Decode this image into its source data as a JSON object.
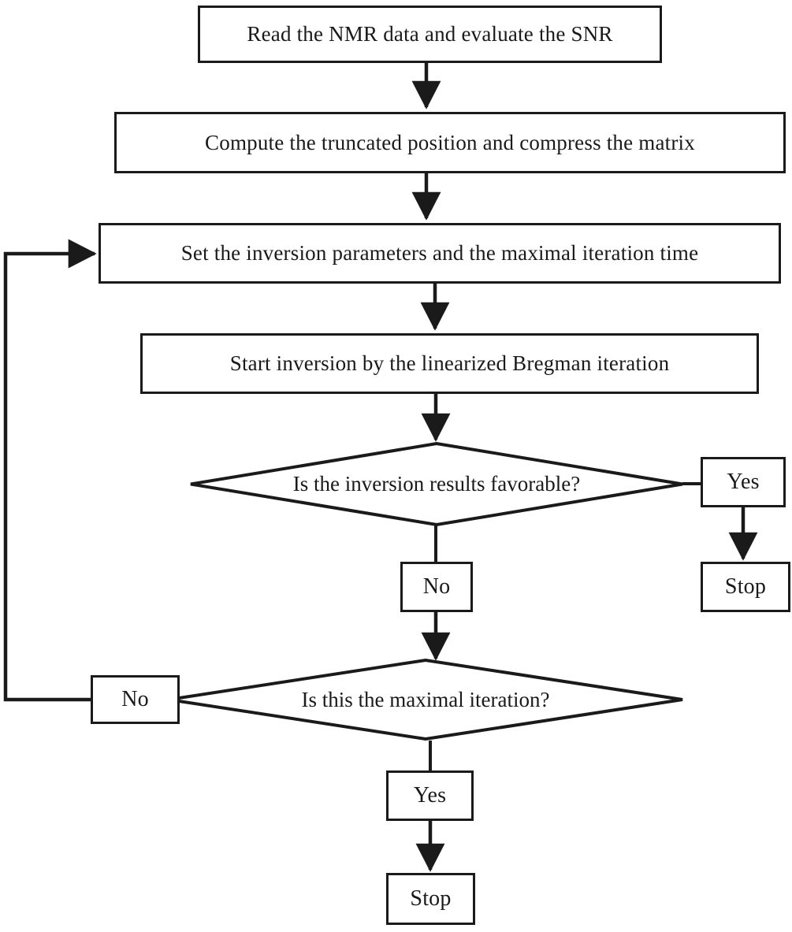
{
  "diagram": {
    "title": "NMR inversion algorithm flowchart",
    "type": "flowchart",
    "stroke_color": "#1a1a1a",
    "background_color": "#ffffff",
    "nodes": [
      {
        "id": "read_data",
        "shape": "process",
        "label": "Read the NMR data and evaluate the SNR"
      },
      {
        "id": "compute_truncate",
        "shape": "process",
        "label": "Compute the truncated position and compress the matrix"
      },
      {
        "id": "set_params",
        "shape": "process",
        "label": "Set the inversion parameters and the maximal iteration time"
      },
      {
        "id": "start_inversion",
        "shape": "process",
        "label": "Start inversion by the linearized Bregman iteration"
      },
      {
        "id": "check_favorable",
        "shape": "decision",
        "label": "Is the inversion results favorable?"
      },
      {
        "id": "yes_favorable",
        "shape": "process",
        "label": "Yes"
      },
      {
        "id": "stop_favorable",
        "shape": "process",
        "label": "Stop"
      },
      {
        "id": "no_favorable",
        "shape": "process",
        "label": "No"
      },
      {
        "id": "check_maximal",
        "shape": "decision",
        "label": "Is this the maximal iteration?"
      },
      {
        "id": "no_maximal",
        "shape": "process",
        "label": "No"
      },
      {
        "id": "yes_maximal",
        "shape": "process",
        "label": "Yes"
      },
      {
        "id": "stop_maximal",
        "shape": "process",
        "label": "Stop"
      }
    ],
    "edges": [
      {
        "from": "read_data",
        "to": "compute_truncate",
        "arrow": true
      },
      {
        "from": "compute_truncate",
        "to": "set_params",
        "arrow": true
      },
      {
        "from": "set_params",
        "to": "start_inversion",
        "arrow": true
      },
      {
        "from": "start_inversion",
        "to": "check_favorable",
        "arrow": true
      },
      {
        "from": "check_favorable",
        "to": "yes_favorable",
        "arrow": false
      },
      {
        "from": "yes_favorable",
        "to": "stop_favorable",
        "arrow": true
      },
      {
        "from": "check_favorable",
        "to": "no_favorable",
        "arrow": false
      },
      {
        "from": "no_favorable",
        "to": "check_maximal",
        "arrow": true
      },
      {
        "from": "check_maximal",
        "to": "no_maximal",
        "arrow": false
      },
      {
        "from": "no_maximal",
        "to": "set_params",
        "arrow": true
      },
      {
        "from": "check_maximal",
        "to": "yes_maximal",
        "arrow": false
      },
      {
        "from": "yes_maximal",
        "to": "stop_maximal",
        "arrow": true
      }
    ]
  }
}
